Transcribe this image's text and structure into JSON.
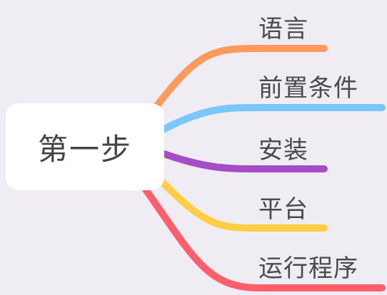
{
  "mindmap": {
    "central": "第一步",
    "branches": [
      {
        "label": "语言",
        "color": "#FF9A5C"
      },
      {
        "label": "前置条件",
        "color": "#79C7FB"
      },
      {
        "label": "安装",
        "color": "#A64DC6"
      },
      {
        "label": "平台",
        "color": "#FFCE45"
      },
      {
        "label": "运行程序",
        "color": "#FF5F6B"
      }
    ]
  }
}
